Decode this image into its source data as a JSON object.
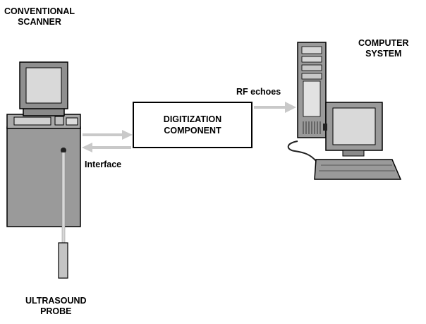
{
  "labels": {
    "conventional_scanner": [
      "CONVENTIONAL",
      "SCANNER"
    ],
    "computer_system": [
      "COMPUTER",
      "SYSTEM"
    ],
    "digitization_component": [
      "DIGITIZATION",
      "COMPONENT"
    ],
    "ultrasound_probe": [
      "ULTRASOUND",
      "PROBE"
    ],
    "rf_echoes": "RF echoes",
    "interface": "Interface"
  },
  "colors": {
    "device_body": "#9a9a9a",
    "device_dark": "#6e6e6e",
    "screen": "#d9d9d9",
    "arrow": "#c9c9c9",
    "outline": "#000000"
  }
}
